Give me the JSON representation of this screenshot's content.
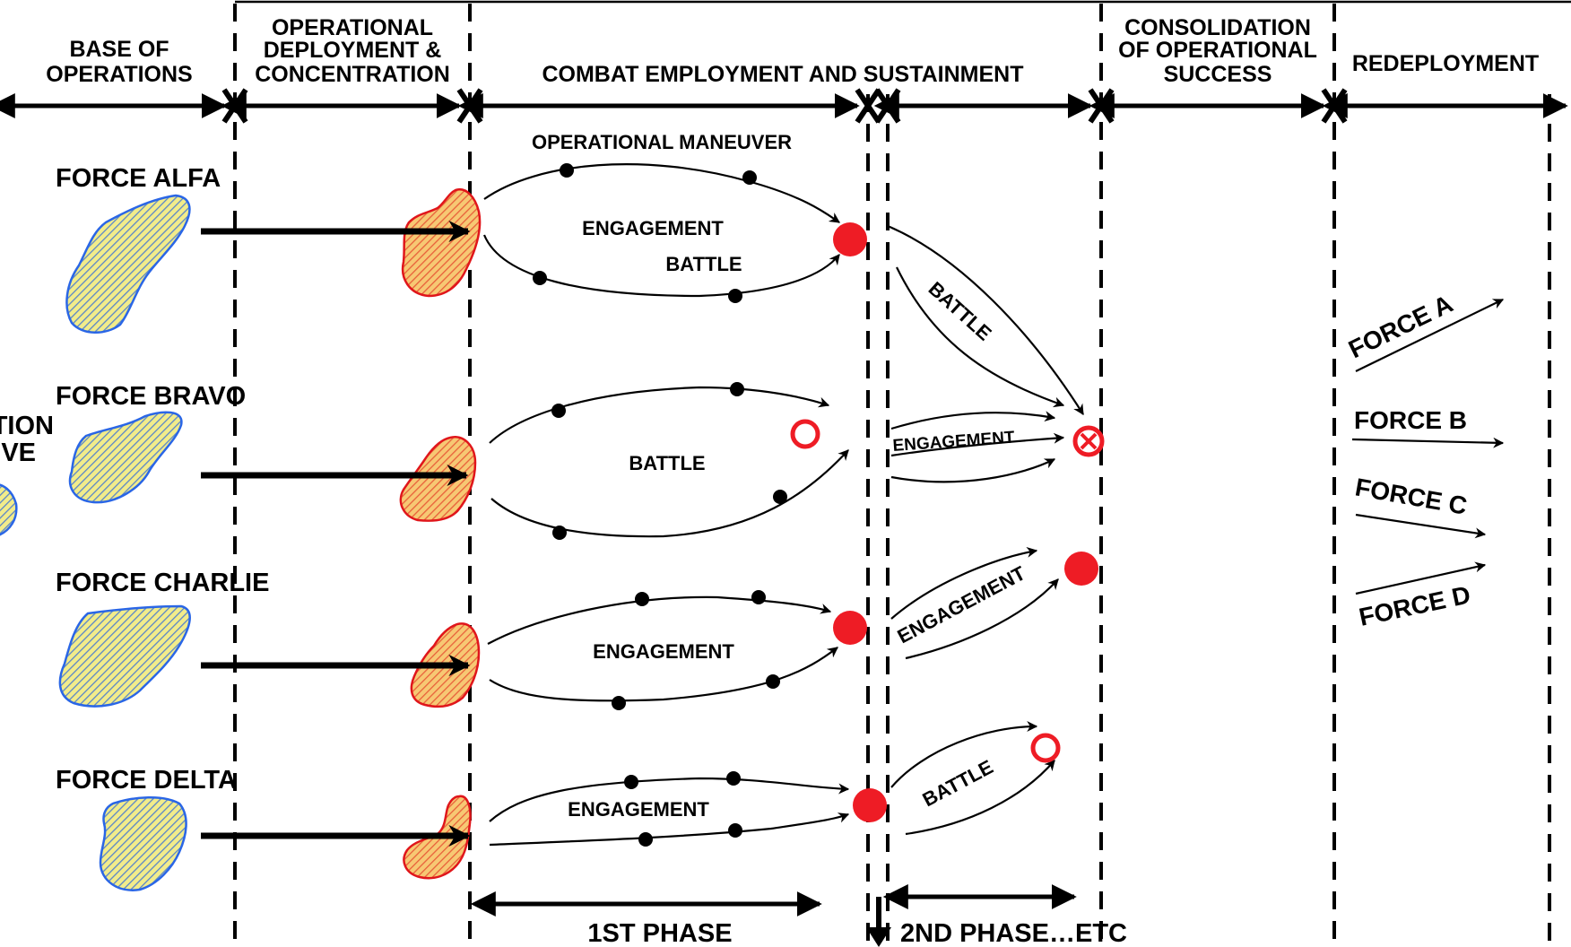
{
  "headers": {
    "base_of_operations": [
      "BASE OF",
      "OPERATIONS"
    ],
    "deployment": [
      "OPERATIONAL",
      "DEPLOYMENT &",
      "CONCENTRATION"
    ],
    "combat": "COMBAT EMPLOYMENT AND SUSTAINMENT",
    "consolidation": [
      "CONSOLIDATION",
      "OF OPERATIONAL",
      "SUCCESS"
    ],
    "redeployment": "REDEPLOYMENT"
  },
  "left_edge_text": [
    "TION",
    "VE"
  ],
  "forces": {
    "alfa": "FORCE ALFA",
    "bravo": "FORCE BRAVO",
    "charlie": "FORCE CHARLIE",
    "delta": "FORCE DELTA"
  },
  "labels": {
    "operational_maneuver": "OPERATIONAL MANEUVER",
    "alfa_engagement": "ENGAGEMENT",
    "alfa_battle": "BATTLE",
    "alfa_battle_diag": "BATTLE",
    "bravo_battle": "BATTLE",
    "bravo_engagement": "ENGAGEMENT",
    "charlie_engagement": "ENGAGEMENT",
    "charlie_engagement_diag": "ENGAGEMENT",
    "delta_engagement": "ENGAGEMENT",
    "delta_battle": "BATTLE"
  },
  "redeployment_forces": {
    "a": "FORCE A",
    "b": "FORCE B",
    "c": "FORCE C",
    "d": "FORCE D"
  },
  "phases": {
    "first": "1ST PHASE",
    "second": "2ND PHASE…ETC"
  },
  "colors": {
    "hatch_blue_outline": "#2a66e6",
    "hatch_fill_yellow": "#f2ec8a",
    "hatch_red_outline": "#e0161b",
    "hatch_fill_orange": "#f7c873",
    "objective_red": "#ee1c25"
  }
}
